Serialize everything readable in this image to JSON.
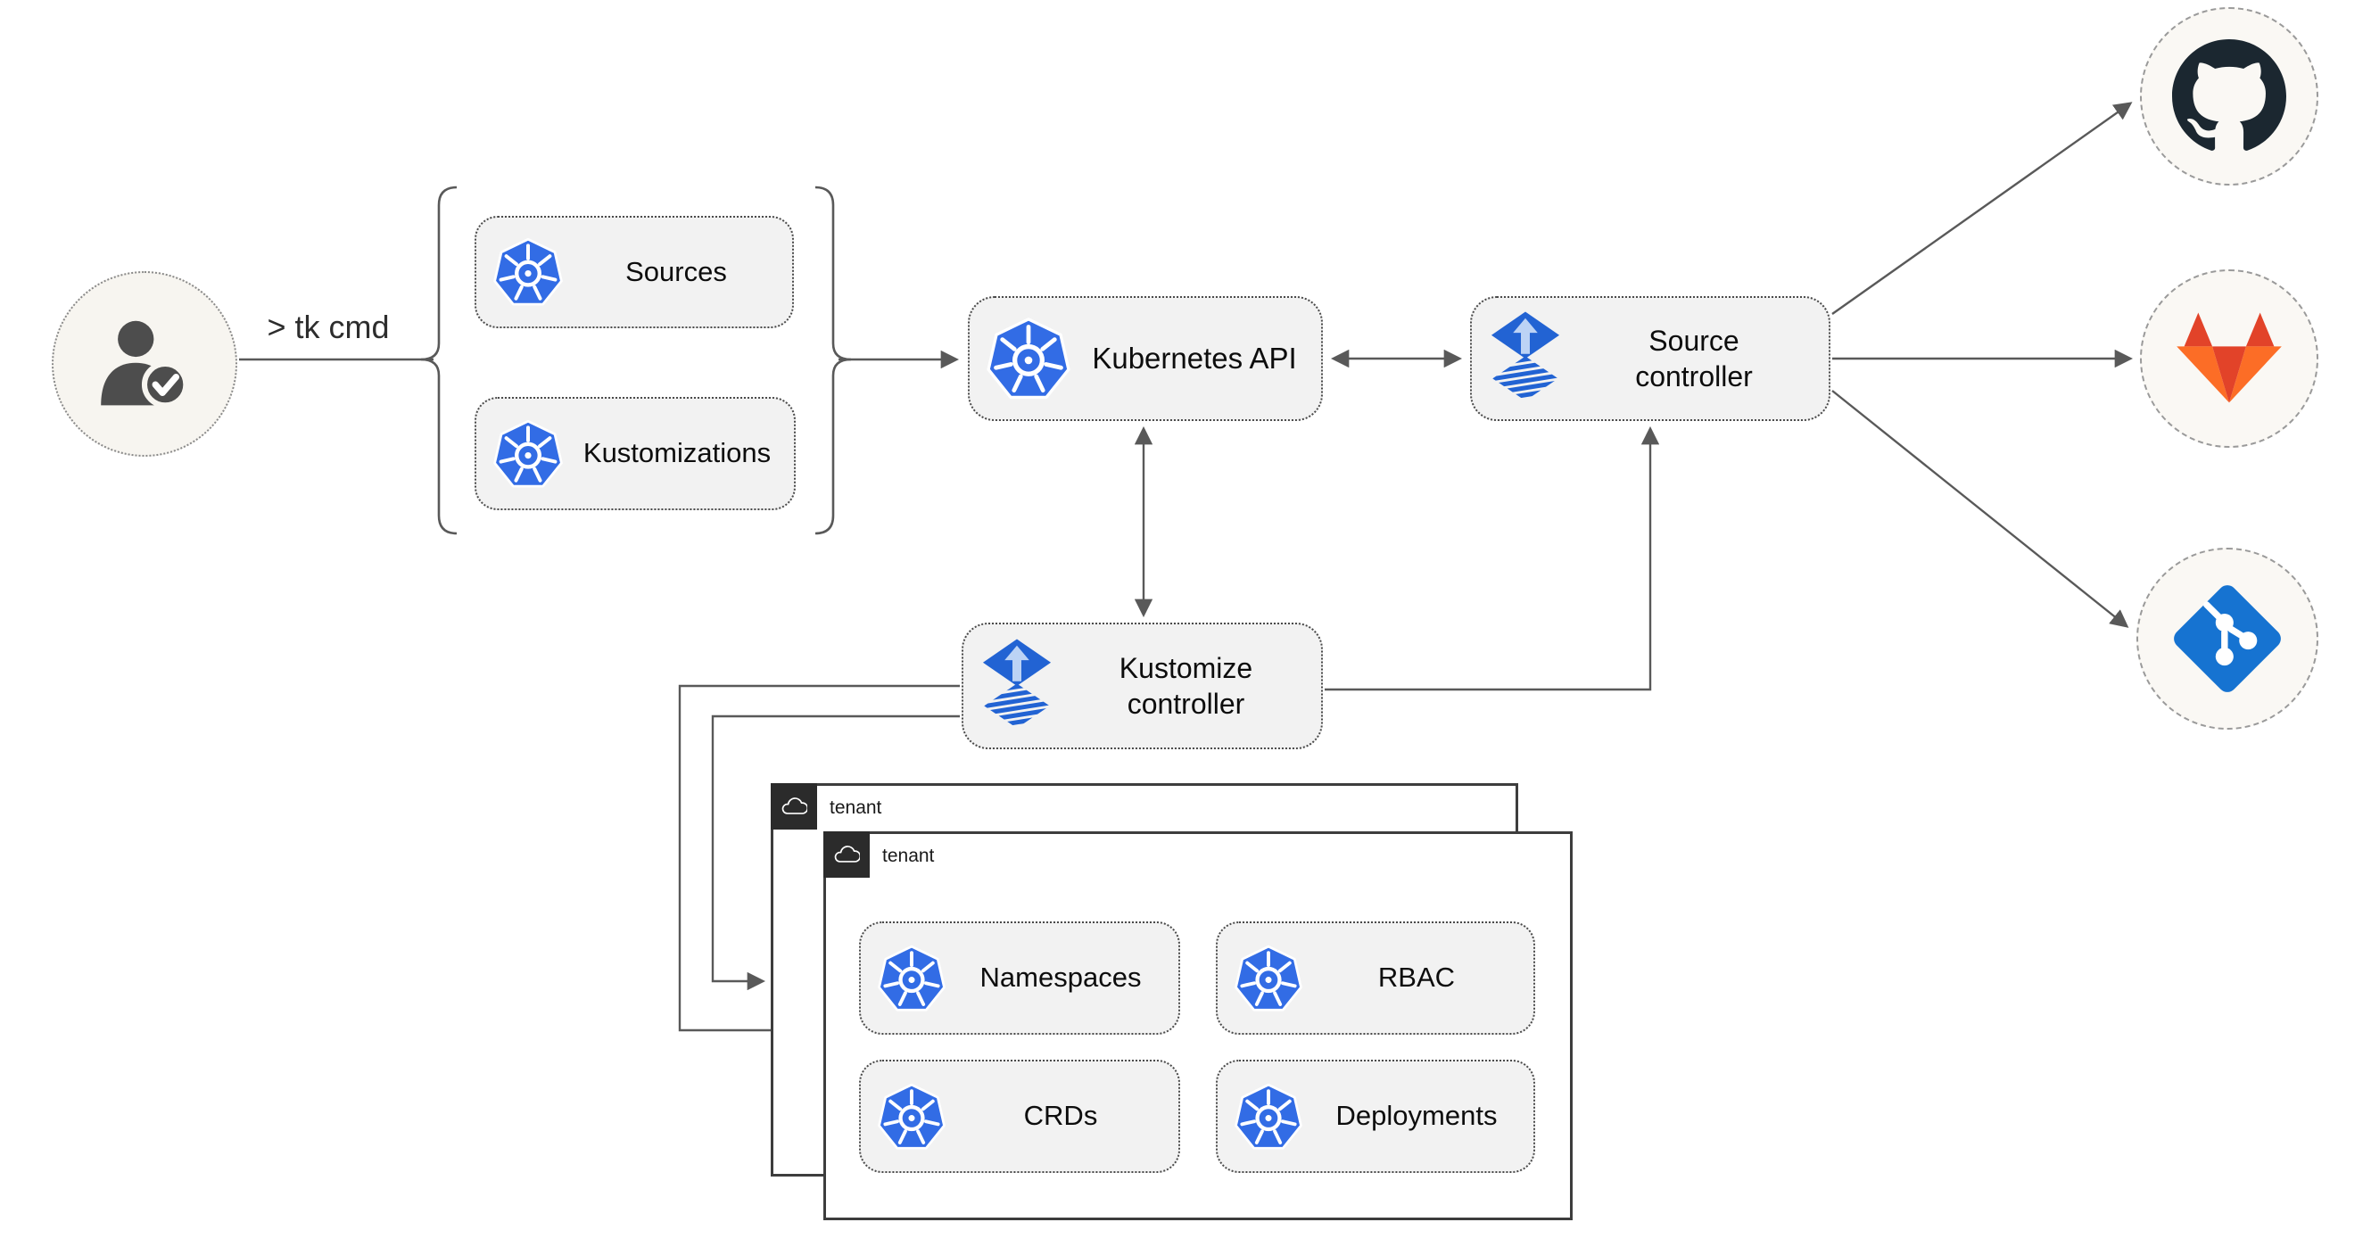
{
  "user": {
    "command_label": "> tk cmd"
  },
  "bracket_group": {
    "items": [
      {
        "label": "Sources"
      },
      {
        "label": "Kustomizations"
      }
    ]
  },
  "nodes": {
    "kubernetes_api": {
      "label": "Kubernetes API"
    },
    "source_controller": {
      "label": "Source controller"
    },
    "kustomize_controller": {
      "label": "Kustomize controller"
    }
  },
  "git_providers": [
    {
      "name": "GitHub"
    },
    {
      "name": "GitLab"
    },
    {
      "name": "Git"
    }
  ],
  "tenants": {
    "back": {
      "label": "tenant"
    },
    "front": {
      "label": "tenant",
      "resources": [
        {
          "label": "Namespaces"
        },
        {
          "label": "RBAC"
        },
        {
          "label": "CRDs"
        },
        {
          "label": "Deployments"
        }
      ]
    }
  },
  "colors": {
    "kubernetes_blue": "#326ce5",
    "flux_blue": "#2263d3",
    "flux_arrow_light": "#bcd3f5",
    "github_dark": "#1b2730",
    "gitlab_red": "#e24329",
    "gitlab_orange": "#fc6d26",
    "git_blue": "#1673d1",
    "edge_gray": "#595959",
    "node_fill": "#f2f2f2",
    "tenant_tab": "#2b2b2b"
  }
}
